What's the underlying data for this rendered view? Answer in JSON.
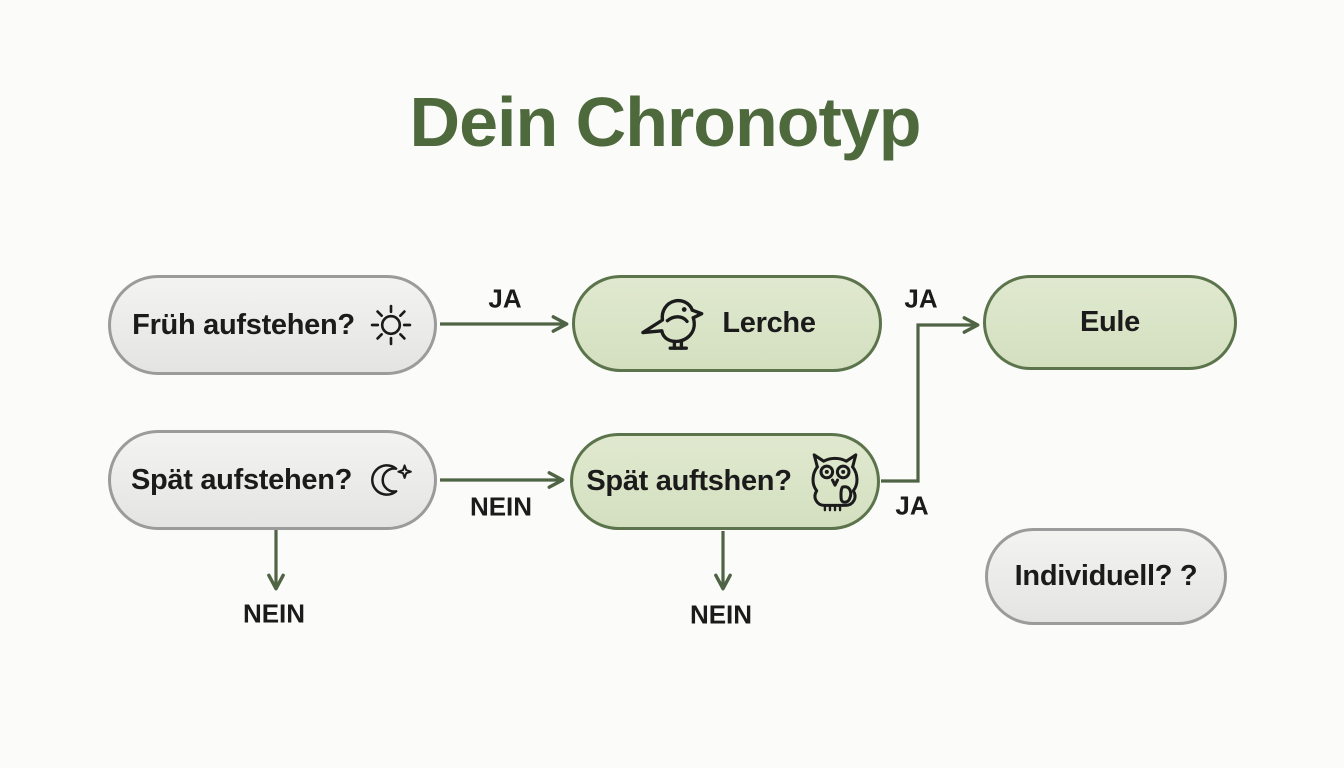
{
  "title": "Dein Chronotyp",
  "colors": {
    "background": "#fbfbf9",
    "title-green": "#4e6a3d",
    "green-fill": "#d4dfc0",
    "green-fill-top": "#e0e9cf",
    "green-border": "#5b744b",
    "gray-fill": "#e4e4e2",
    "gray-fill-top": "#f3f3f1",
    "gray-border": "#9b9b9b",
    "arrow-color": "#4f6444",
    "text-color": "#1b1b1b"
  },
  "nodes": {
    "frueh": {
      "label": "Früh aufstehen?",
      "icon": "sun-icon"
    },
    "lerche": {
      "label": "Lerche",
      "icon": "bird-icon"
    },
    "eule": {
      "label": "Eule"
    },
    "spaet1": {
      "label": "Spät aufstehen?",
      "icon": "moon-icon"
    },
    "spaet2": {
      "label": "Spät auftshen?",
      "icon": "owl-icon"
    },
    "individuell": {
      "label": "Individuell? ?"
    }
  },
  "edge_labels": {
    "ja_frueh_lerche": "JA",
    "nein_spaet_spaet2": "NEIN",
    "ja_into_eule": "JA",
    "ja_spaet2_exit": "JA",
    "nein_spaet_down": "NEIN",
    "nein_spaet2_down": "NEIN"
  }
}
